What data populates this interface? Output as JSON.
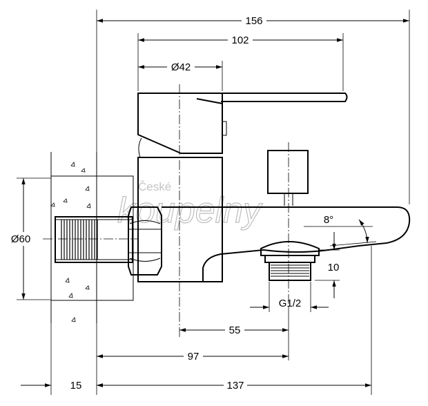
{
  "dimensions": {
    "overall_width": "156",
    "lever_length": "102",
    "body_diameter": "Ø42",
    "wall_diameter": "Ø60",
    "spout_angle": "8°",
    "outlet_height": "10",
    "thread": "G1/2",
    "outlet_offset": "55",
    "outlet_from_wall": "97",
    "wall_depth": "15",
    "spout_projection": "137"
  },
  "watermark": {
    "line1": "České",
    "line2": "koupelny"
  }
}
